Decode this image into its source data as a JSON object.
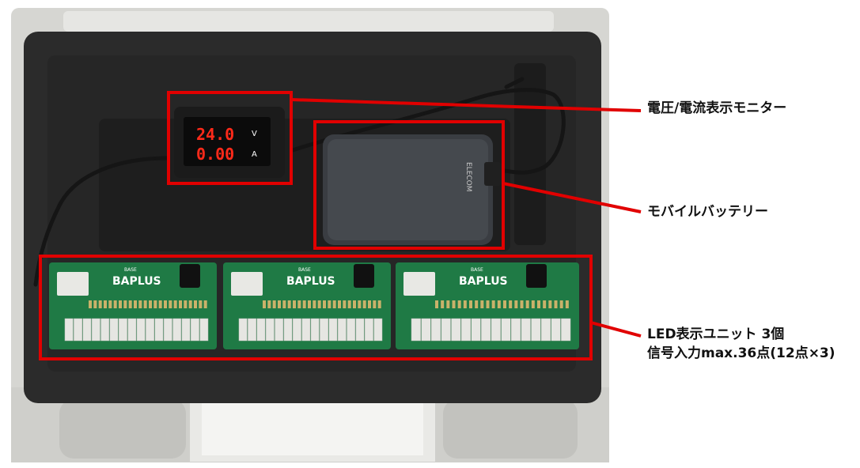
{
  "scene": "Open gray carrying case with black foam insert holding a voltage/current meter, a mobile battery and three LED display boards",
  "colors": {
    "highlight": "#e10000",
    "foam": "#2c2c2c",
    "case": "#d9d9d6",
    "pcb": "#1f7a45",
    "digits": "#ff2a1a"
  },
  "meter": {
    "voltage": "24.0",
    "current": "0.00",
    "unit_v": "V",
    "unit_a": "A"
  },
  "battery": {
    "brand": "ELECOM"
  },
  "boards": {
    "logo": "BAPLUS",
    "sublabel": "BASE",
    "count": 3
  },
  "labels": {
    "monitor": "電圧/電流表示モニター",
    "battery": "モバイルバッテリー",
    "led_line1": "LED表示ユニット 3個",
    "led_line2": "信号入力max.36点(12点×3)"
  }
}
